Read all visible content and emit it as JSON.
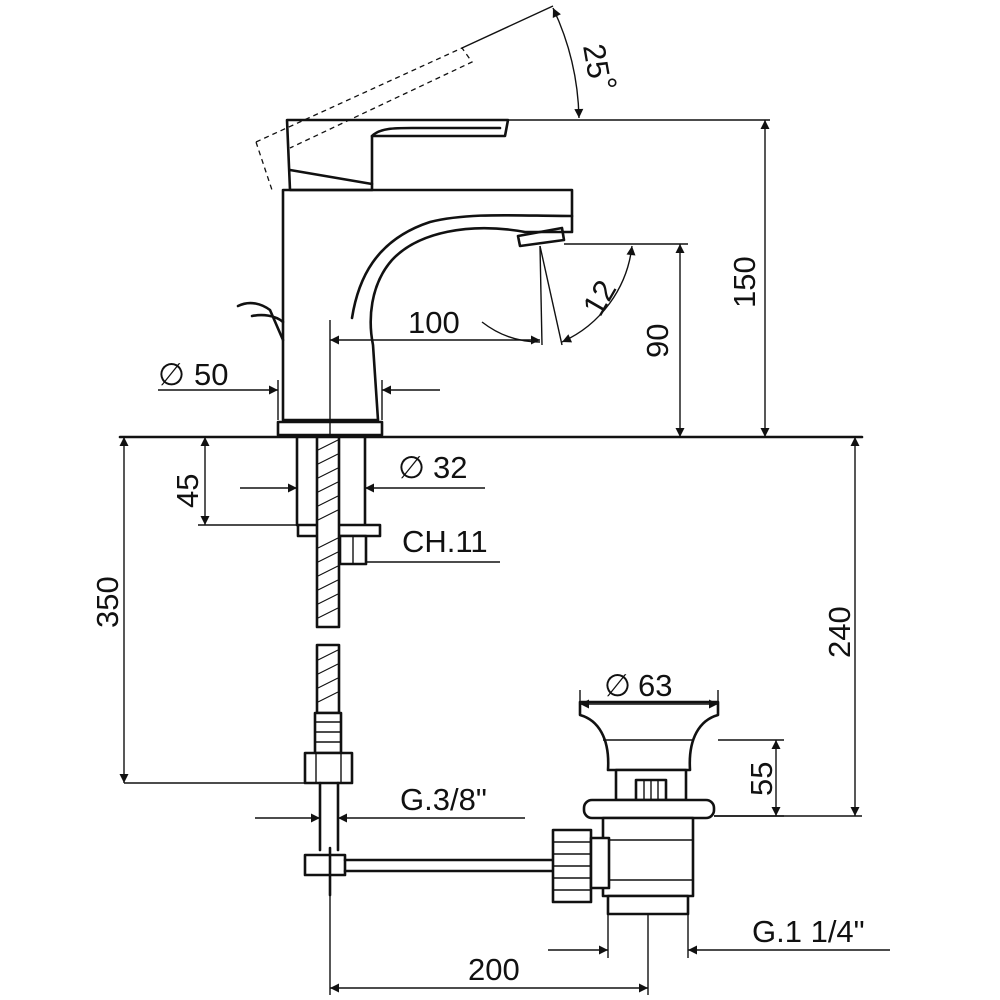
{
  "dimensions": {
    "lever_angle": "25",
    "degree_symbol": "°",
    "spout_angle": "12",
    "spout_reach": "100",
    "spout_height": "90",
    "overall_height": "150",
    "base_diameter_sym": "∅",
    "base_diameter": "50",
    "shank_diameter_sym": "∅",
    "shank_diameter": "32",
    "shank_length": "45",
    "nut": "CH.11",
    "hose_length": "350",
    "waste_depth": "240",
    "plug_diameter_sym": "∅",
    "plug_diameter": "63",
    "plug_height": "55",
    "hose_thread": "G.3/8\"",
    "waste_thread": "G.1 1/4\"",
    "rod_length": "200"
  }
}
